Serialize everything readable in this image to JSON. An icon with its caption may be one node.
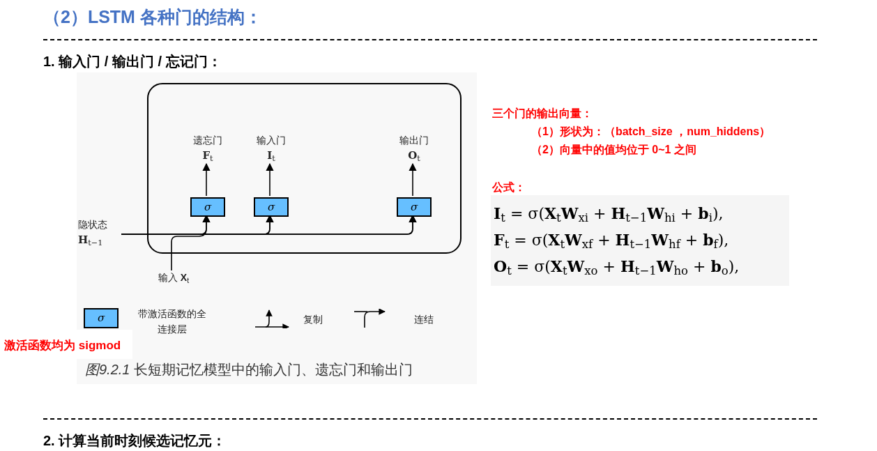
{
  "diagram": {
    "title": "（2）LSTM 各种门的结构：",
    "caption": "*图9.2.1* 长短期记忆模型中的输入门、遗忘门和输出门",
    "nodes": [
      {
        "text": [],
        "shape": "box"
      },
      {
        "text": [
          "σ"
        ],
        "in": 0
      },
      {
        "text": [
          "σ"
        ],
        "in": 0
      },
      {
        "text": [
          "σ"
        ],
        "in": 0
      },
      {
        "text": [
          "遗忘门",
          "**F**$_{t}$"
        ],
        "in": 0
      },
      {
        "text": [
          "输入门",
          "**I**$_{t}$"
        ],
        "in": 0
      },
      {
        "text": [
          "输出门",
          "**O**$_{t}$"
        ],
        "in": 0
      },
      {
        "text": [
          "隐状态",
          "**H**$_{t−1}$"
        ]
      },
      {
        "text": [
          "输入 **X**$_{t}$"
        ]
      },
      {
        "text": [
          "σ"
        ],
        "beside": [
          "带激活函数的全连接层"
        ]
      }
    ],
    "edges": [
      {
        "from": 1,
        "to": 4,
        "arrow": "to"
      },
      {
        "from": 2,
        "to": 5,
        "arrow": "to"
      },
      {
        "from": 3,
        "to": 6,
        "arrow": "to"
      },
      {
        "from": 7,
        "to": 1,
        "arrow": "to"
      },
      {
        "from": 7,
        "to": 2,
        "arrow": "to"
      },
      {
        "from": 7,
        "to": 3,
        "arrow": "to"
      },
      {
        "from": 8,
        "to": 1,
        "arrow": "to"
      },
      {
        "from": 8,
        "to": 2,
        "arrow": "to"
      },
      {
        "from": 8,
        "to": 3,
        "arrow": "to"
      }
    ],
    "labels": [
      "1. 输入门 / 输出门 / 忘记门：",
      "三个门的输出向量：",
      "（1）形状为：（batch_size ，num_hiddens）",
      "（2）向量中的值均位于 0~1 之间",
      "公式：",
      "**I**$_{t}$ = σ(**X**$_{t}$**W**$_{xi}$ + **H**$_{t−1}$**W**$_{hi}$ + **b**$_{i}$),",
      "**F**$_{t}$ = σ(**X**$_{t}$**W**$_{xf}$ + **H**$_{t−1}$**W**$_{hf}$ + **b**$_{f}$),",
      "**O**$_{t}$ = σ(**X**$_{t}$**W**$_{xo}$ + **H**$_{t−1}$**W**$_{ho}$ + **b**$_{o}$),",
      "激活函数均为 sigmod",
      "2. 计算当前时刻候选记忆元："
    ],
    "legend": [
      {
        "text": "复制"
      },
      {
        "text": "连结"
      }
    ]
  }
}
